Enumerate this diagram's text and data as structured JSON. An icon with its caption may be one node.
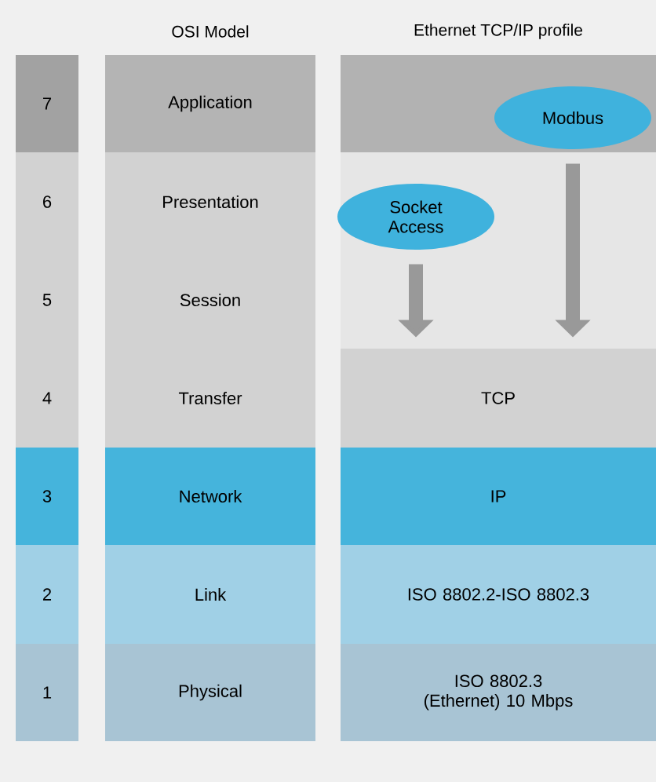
{
  "diagram": {
    "nodes": [
      {
        "text": [
          "7"
        ]
      },
      {
        "text": [
          "Application"
        ]
      },
      {
        "text": [],
        "shape": "box"
      },
      {
        "text": [
          "Modbus"
        ],
        "in": 2
      },
      {
        "text": [
          "6"
        ]
      },
      {
        "text": [
          "Presentation"
        ]
      },
      {
        "text": [
          "Socket Access"
        ]
      },
      {
        "text": [
          "5"
        ]
      },
      {
        "text": [
          "Session"
        ]
      },
      {
        "text": [
          "4"
        ]
      },
      {
        "text": [
          "Transfer"
        ]
      },
      {
        "text": [
          "TCP"
        ]
      },
      {
        "text": [
          "3"
        ]
      },
      {
        "text": [
          "Network"
        ]
      },
      {
        "text": [
          "IP"
        ]
      },
      {
        "text": [
          "2"
        ]
      },
      {
        "text": [
          "Link"
        ]
      },
      {
        "text": [
          "ISO 8802.2-ISO 8802.3"
        ]
      },
      {
        "text": [
          "1"
        ]
      },
      {
        "text": [
          "Physical"
        ]
      },
      {
        "text": [
          "ISO 8802.3 (Ethernet) 10 Mbps"
        ]
      }
    ],
    "edges": [
      {
        "from": 6,
        "to": 11,
        "arrow": "to"
      },
      {
        "from": 3,
        "to": 11,
        "arrow": "to"
      }
    ],
    "labels": [
      "OSI Model",
      "Ethernet TCP/IP profile"
    ]
  }
}
